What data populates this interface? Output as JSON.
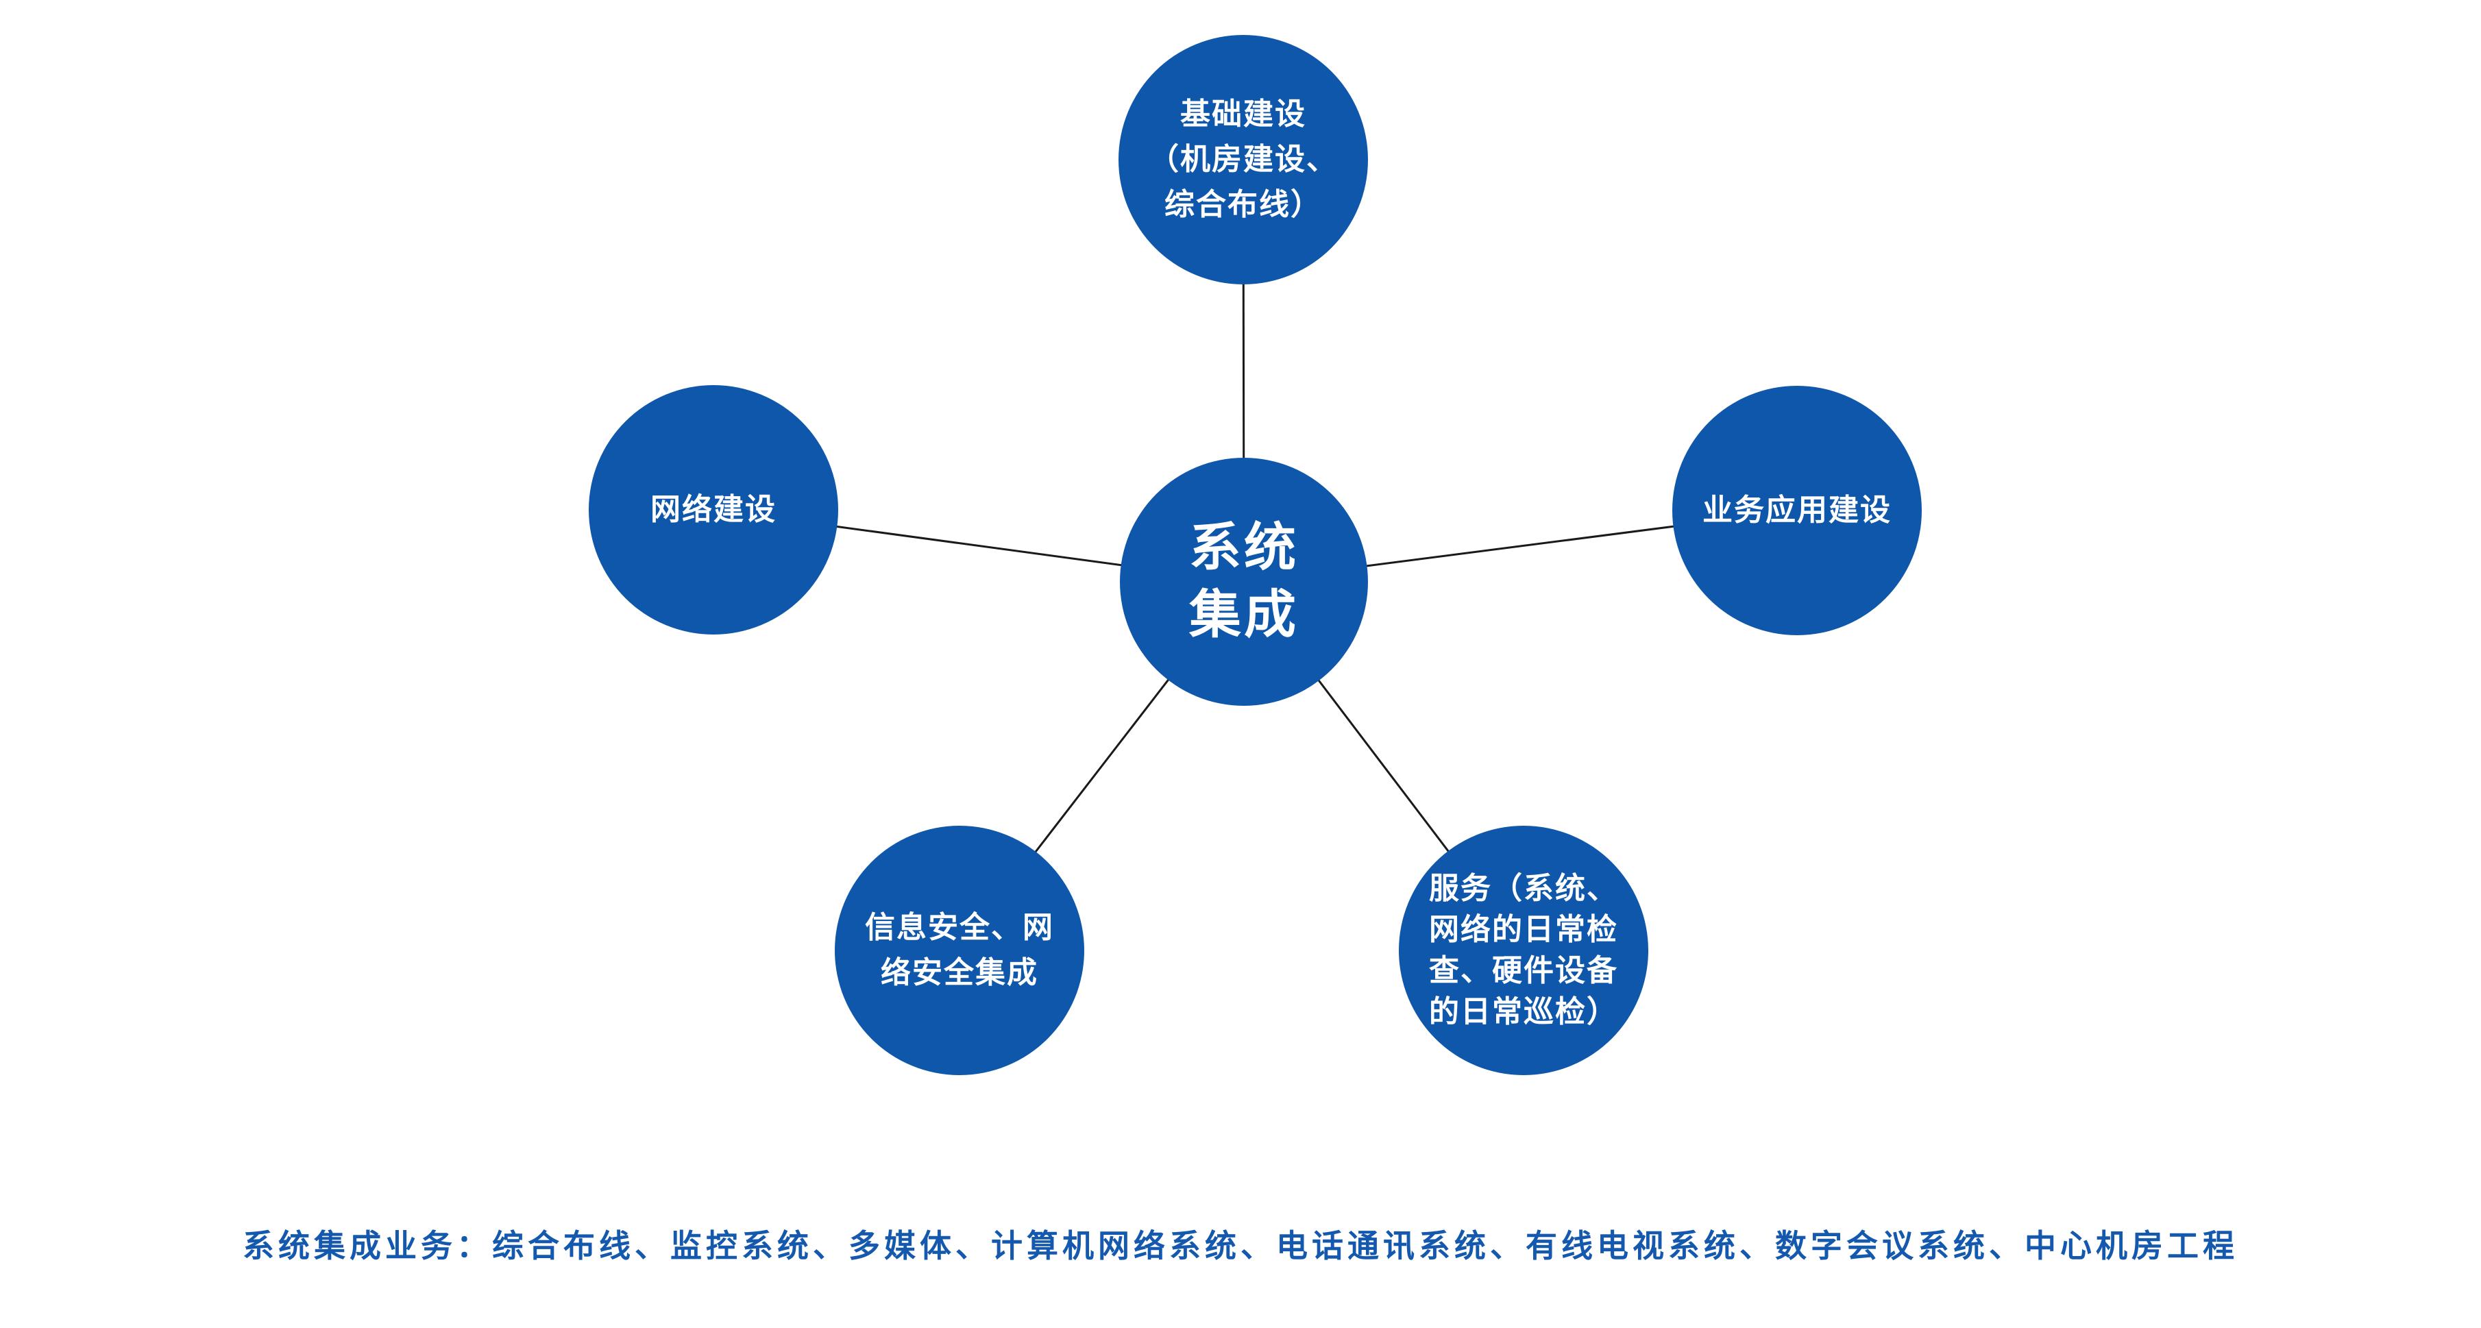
{
  "diagram": {
    "center": {
      "lines": [
        "系统",
        "集成"
      ]
    },
    "top": {
      "lines": [
        "基础建设",
        "（机房建设、",
        "综合布线）"
      ]
    },
    "left": {
      "lines": [
        "网络建设"
      ]
    },
    "right": {
      "lines": [
        "业务应用建设"
      ]
    },
    "bottom_left": {
      "lines": [
        "信息安全、网",
        "络安全集成"
      ]
    },
    "bottom_right": {
      "lines": [
        "服务（系统、",
        "网络的日常检",
        "查、硬件设备",
        "的日常巡检）"
      ]
    }
  },
  "caption": "系统集成业务：综合布线、监控系统、多媒体、计算机网络系统、电话通讯系统、有线电视系统、数字会议系统、中心机房工程",
  "colors": {
    "node_fill": "#0E57AB",
    "node_text": "#FFFFFF",
    "caption_text": "#1459AE",
    "connector": "#1A1A1A",
    "background": "#FFFFFF"
  }
}
